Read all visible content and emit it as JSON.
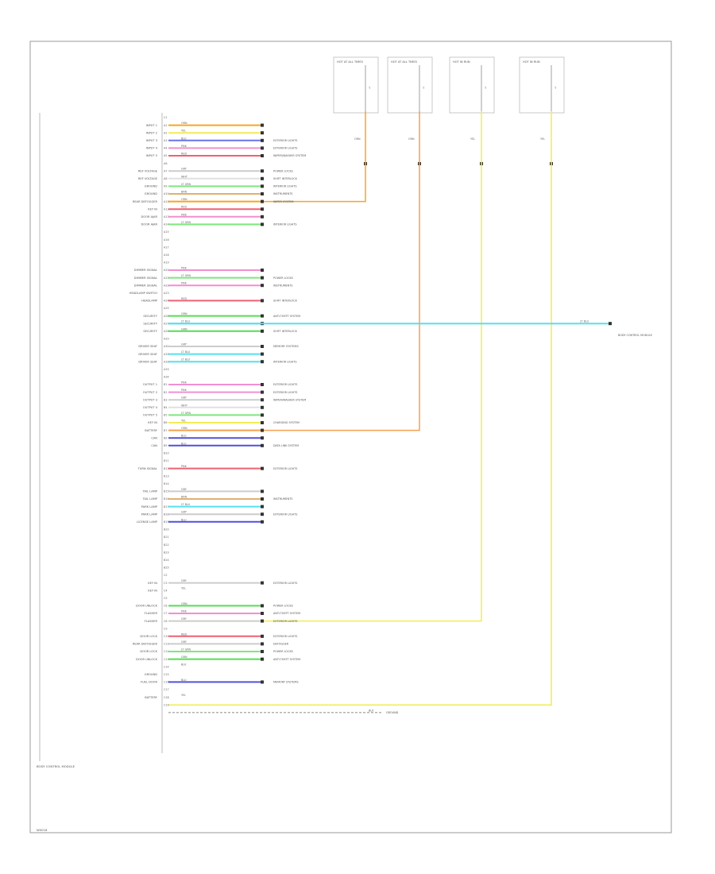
{
  "diagram": {
    "module_caption": "BODY CONTROL MODULE",
    "page_id": "W0018"
  },
  "fuses": [
    {
      "name": "HOT AT ALL TIMES",
      "wire": "ORN",
      "color": "#f5a623",
      "terminal": "T"
    },
    {
      "name": "HOT AT ALL TIMES",
      "wire": "ORN",
      "color": "#f5a050",
      "terminal": "T"
    },
    {
      "name": "HOT IN RUN",
      "wire": "YEL",
      "color": "#f2ec55",
      "terminal": "T"
    },
    {
      "name": "HOT IN RUN",
      "wire": "YEL",
      "color": "#f2ec55",
      "terminal": "T"
    }
  ],
  "crossing": {
    "wire": "LT BLU",
    "dest": "BODY CONTROL MODULE"
  },
  "pins": [
    {
      "id": "C1",
      "label": "",
      "wire": "",
      "color": "",
      "dest": "",
      "conn": false
    },
    {
      "id": "A1",
      "label": "INPUT 1",
      "wire": "ORN",
      "color": "#f5a623",
      "dest": "",
      "conn": true
    },
    {
      "id": "A2",
      "label": "INPUT 2",
      "wire": "YEL",
      "color": "#f2ec55",
      "dest": "",
      "conn": true
    },
    {
      "id": "A3",
      "label": "INPUT 3",
      "wire": "BLU",
      "color": "#6a74e8",
      "dest": "EXTERIOR LIGHTS",
      "conn": true
    },
    {
      "id": "A4",
      "label": "INPUT 4",
      "wire": "PNK",
      "color": "#f28fd0",
      "dest": "EXTERIOR LIGHTS",
      "conn": true
    },
    {
      "id": "A5",
      "label": "INPUT 5",
      "wire": "RED",
      "color": "#f06070",
      "dest": "WIPER/WASHER SYSTEM",
      "conn": true
    },
    {
      "id": "A6",
      "label": "",
      "wire": "",
      "color": "",
      "dest": "",
      "conn": false
    },
    {
      "id": "A7",
      "label": "REF VOLTAGE",
      "wire": "GRY",
      "color": "#cccccc",
      "dest": "POWER LOCKS",
      "conn": true
    },
    {
      "id": "A8",
      "label": "REF VOLTAGE",
      "wire": "WHT",
      "color": "#e0e0e0",
      "dest": "SHIFT INTERLOCK",
      "conn": true
    },
    {
      "id": "A9",
      "label": "GROUND",
      "wire": "LT GRN",
      "color": "#7de87d",
      "dest": "INTERIOR LIGHTS",
      "conn": true
    },
    {
      "id": "A10",
      "label": "GROUND",
      "wire": "BRN",
      "color": "#e0b070",
      "dest": "INSTRUMENTS",
      "conn": true
    },
    {
      "id": "A11",
      "label": "REAR DEFOGGER",
      "wire": "ORN",
      "color": "#f5a623",
      "dest": "WIPER SYSTEM",
      "conn": true
    },
    {
      "id": "A12",
      "label": "KEY IN",
      "wire": "RED",
      "color": "#f06070",
      "dest": "",
      "conn": true
    },
    {
      "id": "A13",
      "label": "DOOR AJAR",
      "wire": "PNK",
      "color": "#f28fd0",
      "dest": "",
      "conn": true
    },
    {
      "id": "A14",
      "label": "DOOR AJAR",
      "wire": "LT GRN",
      "color": "#7de87d",
      "dest": "INTERIOR LIGHTS",
      "conn": true
    },
    {
      "id": "A15",
      "label": "",
      "wire": "",
      "color": "",
      "dest": "",
      "conn": false
    },
    {
      "id": "A16",
      "label": "",
      "wire": "",
      "color": "",
      "dest": "",
      "conn": false
    },
    {
      "id": "A17",
      "label": "",
      "wire": "",
      "color": "",
      "dest": "",
      "conn": false
    },
    {
      "id": "A18",
      "label": "",
      "wire": "",
      "color": "",
      "dest": "",
      "conn": false
    },
    {
      "id": "A19",
      "label": "",
      "wire": "",
      "color": "",
      "dest": "",
      "conn": false
    },
    {
      "id": "A20",
      "label": "DIMMER SIGNAL",
      "wire": "PNK",
      "color": "#f28fd0",
      "dest": "",
      "conn": true
    },
    {
      "id": "A21",
      "label": "DIMMER SIGNAL",
      "wire": "LT GRN",
      "color": "#7de87d",
      "dest": "POWER LOCKS",
      "conn": true
    },
    {
      "id": "A22",
      "label": "DIMMER SIGNAL",
      "wire": "PNK",
      "color": "#f28fd0",
      "dest": "INSTRUMENTS",
      "conn": true
    },
    {
      "id": "A23",
      "label": "HEADLAMP SWITCH",
      "wire": "",
      "color": "",
      "dest": "",
      "conn": false
    },
    {
      "id": "A24",
      "label": "HEADLAMP",
      "wire": "RED",
      "color": "#f06070",
      "dest": "SHIFT INTERLOCK",
      "conn": true
    },
    {
      "id": "A25",
      "label": "",
      "wire": "",
      "color": "",
      "dest": "",
      "conn": false
    },
    {
      "id": "A26",
      "label": "SECURITY",
      "wire": "GRN",
      "color": "#55dd55",
      "dest": "ANTI-THEFT SYSTEM",
      "conn": true
    },
    {
      "id": "A27",
      "label": "SECURITY",
      "wire": "LT BLU",
      "color": "#55e0f0",
      "dest": "",
      "conn": true
    },
    {
      "id": "A28",
      "label": "SECURITY",
      "wire": "GRN",
      "color": "#55dd55",
      "dest": "SHIFT INTERLOCK",
      "conn": true
    },
    {
      "id": "A29",
      "label": "",
      "wire": "",
      "color": "",
      "dest": "",
      "conn": false
    },
    {
      "id": "A30",
      "label": "DRIVER SEAT",
      "wire": "GRY",
      "color": "#cccccc",
      "dest": "MEMORY SYSTEMS",
      "conn": true
    },
    {
      "id": "A31",
      "label": "DRIVER SEAT",
      "wire": "LT BLU",
      "color": "#55e0f0",
      "dest": "",
      "conn": true
    },
    {
      "id": "A32",
      "label": "DRIVER SEAT",
      "wire": "LT BLU",
      "color": "#55e0f0",
      "dest": "INTERIOR LIGHTS",
      "conn": true
    },
    {
      "id": "A33",
      "label": "",
      "wire": "",
      "color": "",
      "dest": "",
      "conn": false
    },
    {
      "id": "A34",
      "label": "",
      "wire": "",
      "color": "",
      "dest": "",
      "conn": false
    },
    {
      "id": "B1",
      "label": "OUTPUT 1",
      "wire": "PNK",
      "color": "#f28fd0",
      "dest": "EXTERIOR LIGHTS",
      "conn": true
    },
    {
      "id": "B2",
      "label": "OUTPUT 2",
      "wire": "PNK",
      "color": "#f28fd0",
      "dest": "EXTERIOR LIGHTS",
      "conn": true
    },
    {
      "id": "B3",
      "label": "OUTPUT 3",
      "wire": "GRY",
      "color": "#cccccc",
      "dest": "WIPER/WASHER SYSTEM",
      "conn": true
    },
    {
      "id": "B4",
      "label": "OUTPUT 4",
      "wire": "WHT",
      "color": "#e0e0e0",
      "dest": "",
      "conn": true
    },
    {
      "id": "B5",
      "label": "OUTPUT 5",
      "wire": "LT GRN",
      "color": "#7de87d",
      "dest": "",
      "conn": true
    },
    {
      "id": "B6",
      "label": "KEY IN",
      "wire": "YEL",
      "color": "#f2ec55",
      "dest": "CHARGING SYSTEM",
      "conn": true
    },
    {
      "id": "B7",
      "label": "BATTERY",
      "wire": "ORN",
      "color": "#f5a050",
      "dest": "",
      "conn": true
    },
    {
      "id": "B8",
      "label": "CAN",
      "wire": "BLU",
      "color": "#5050e0",
      "dest": "",
      "conn": true
    },
    {
      "id": "B9",
      "label": "CAN",
      "wire": "BLU",
      "color": "#5050e0",
      "dest": "DATA LINK SYSTEM",
      "conn": true
    },
    {
      "id": "B10",
      "label": "",
      "wire": "",
      "color": "",
      "dest": "",
      "conn": false
    },
    {
      "id": "B11",
      "label": "",
      "wire": "",
      "color": "",
      "dest": "",
      "conn": false
    },
    {
      "id": "B12",
      "label": "TURN SIGNAL",
      "wire": "PNK",
      "color": "#f06070",
      "dest": "EXTERIOR LIGHTS",
      "conn": true
    },
    {
      "id": "B13",
      "label": "",
      "wire": "",
      "color": "",
      "dest": "",
      "conn": false
    },
    {
      "id": "B14",
      "label": "",
      "wire": "",
      "color": "",
      "dest": "",
      "conn": false
    },
    {
      "id": "B15",
      "label": "TAIL LAMP",
      "wire": "GRY",
      "color": "#cccccc",
      "dest": "",
      "conn": true
    },
    {
      "id": "B16",
      "label": "TAIL LAMP",
      "wire": "BRN",
      "color": "#e0b070",
      "dest": "INSTRUMENTS",
      "conn": true
    },
    {
      "id": "B17",
      "label": "PARK LAMP",
      "wire": "LT BLU",
      "color": "#55e0f0",
      "dest": "",
      "conn": true
    },
    {
      "id": "B18",
      "label": "PARK LAMP",
      "wire": "GRY",
      "color": "#cccccc",
      "dest": "EXTERIOR LIGHTS",
      "conn": true
    },
    {
      "id": "B19",
      "label": "LICENSE LAMP",
      "wire": "BLU",
      "color": "#5050e0",
      "dest": "",
      "conn": true
    },
    {
      "id": "B20",
      "label": "",
      "wire": "",
      "color": "",
      "dest": "",
      "conn": false
    },
    {
      "id": "B21",
      "label": "",
      "wire": "",
      "color": "",
      "dest": "",
      "conn": false
    },
    {
      "id": "B22",
      "label": "",
      "wire": "",
      "color": "",
      "dest": "",
      "conn": false
    },
    {
      "id": "B23",
      "label": "",
      "wire": "",
      "color": "",
      "dest": "",
      "conn": false
    },
    {
      "id": "B24",
      "label": "",
      "wire": "",
      "color": "",
      "dest": "",
      "conn": false
    },
    {
      "id": "B25",
      "label": "",
      "wire": "",
      "color": "",
      "dest": "",
      "conn": false
    },
    {
      "id": "C2",
      "label": "",
      "wire": "",
      "color": "",
      "dest": "",
      "conn": false
    },
    {
      "id": "C3",
      "label": "KEY IN",
      "wire": "GRY",
      "color": "#cccccc",
      "dest": "EXTERIOR LIGHTS",
      "conn": true
    },
    {
      "id": "C4",
      "label": "KEY IN",
      "wire": "YEL",
      "color": "#f2ec55",
      "dest": "",
      "conn": false
    },
    {
      "id": "C5",
      "label": "",
      "wire": "",
      "color": "",
      "dest": "",
      "conn": false
    },
    {
      "id": "C6",
      "label": "DOOR UNLOCK",
      "wire": "GRN",
      "color": "#55dd55",
      "dest": "POWER LOCKS",
      "conn": true
    },
    {
      "id": "C7",
      "label": "FLASHER",
      "wire": "PNK",
      "color": "#f28fd0",
      "dest": "ANTI-THEFT SYSTEM",
      "conn": true
    },
    {
      "id": "C8",
      "label": "FLASHER",
      "wire": "GRY",
      "color": "#cccccc",
      "dest": "EXTERIOR LIGHTS",
      "conn": true
    },
    {
      "id": "C9",
      "label": "",
      "wire": "",
      "color": "",
      "dest": "",
      "conn": false
    },
    {
      "id": "C10",
      "label": "DOOR LOCK",
      "wire": "RED",
      "color": "#f06070",
      "dest": "EXTERIOR LIGHTS",
      "conn": true
    },
    {
      "id": "C11",
      "label": "REAR DEFOGGER",
      "wire": "GRY",
      "color": "#cccccc",
      "dest": "DEFOGGER",
      "conn": true
    },
    {
      "id": "C12",
      "label": "DOOR LOCK",
      "wire": "LT GRN",
      "color": "#7de87d",
      "dest": "POWER LOCKS",
      "conn": true
    },
    {
      "id": "C13",
      "label": "DOOR UNLOCK",
      "wire": "GRN",
      "color": "#55dd55",
      "dest": "ANTI-THEFT SYSTEM",
      "conn": true
    },
    {
      "id": "C14",
      "label": "",
      "wire": "BLK",
      "color": "#999999",
      "dest": "",
      "conn": false
    },
    {
      "id": "C15",
      "label": "GROUND",
      "wire": "",
      "color": "",
      "dest": "",
      "conn": false
    },
    {
      "id": "C16",
      "label": "FUEL DOOR",
      "wire": "BLU",
      "color": "#5050e0",
      "dest": "MEMORY SYSTEMS",
      "conn": true
    },
    {
      "id": "C17",
      "label": "",
      "wire": "",
      "color": "",
      "dest": "",
      "conn": false
    },
    {
      "id": "C18",
      "label": "BATTERY",
      "wire": "YEL",
      "color": "#f2ec55",
      "dest": "",
      "conn": false
    },
    {
      "id": "C19",
      "label": "",
      "wire": "",
      "color": "",
      "dest": "",
      "conn": false
    }
  ],
  "ground": {
    "wire": "BLK",
    "label": "GROUND"
  }
}
